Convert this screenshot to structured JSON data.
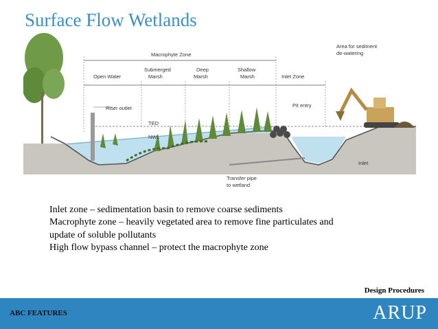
{
  "slide": {
    "title": "Surface Flow Wetlands",
    "bullets": [
      "Inlet zone – sedimentation basin to remove coarse sediments",
      "Macrophyte zone – heavily vegetated area to remove fine particulates and",
      "update of soluble pollutants",
      "High flow bypass channel – protect the macrophyte zone"
    ],
    "design_label": "Design Procedures",
    "footer_left": "ABC FEATURES",
    "footer_logo": "ARUP"
  },
  "diagram": {
    "macrophyte_zone": "Macrophyte Zone",
    "open_water": "Open Water",
    "submerged_marsh_1": "Submerged",
    "submerged_marsh_2": "Marsh",
    "deep_marsh_1": "Deep",
    "deep_marsh_2": "Marsh",
    "shallow_marsh_1": "Shallow",
    "shallow_marsh_2": "Marsh",
    "inlet_zone": "Inlet Zone",
    "area_sediment_1": "Area for sediment",
    "area_sediment_2": "de-watering",
    "riser_outlet": "Riser outlet",
    "pit_entry": "Pit entry",
    "ted": "TED",
    "nwl": "NWL",
    "inlet": "Inlet",
    "transfer_pipe_1": "Transfer pipe",
    "transfer_pipe_2": "to wetland",
    "colors": {
      "water": "#bfe0ef",
      "water_dark": "#8fc3dc",
      "soil": "#c9c5bf",
      "ground": "#8a8070",
      "vegetation": "#5f8a3a",
      "excavator": "#c9a35a"
    }
  }
}
